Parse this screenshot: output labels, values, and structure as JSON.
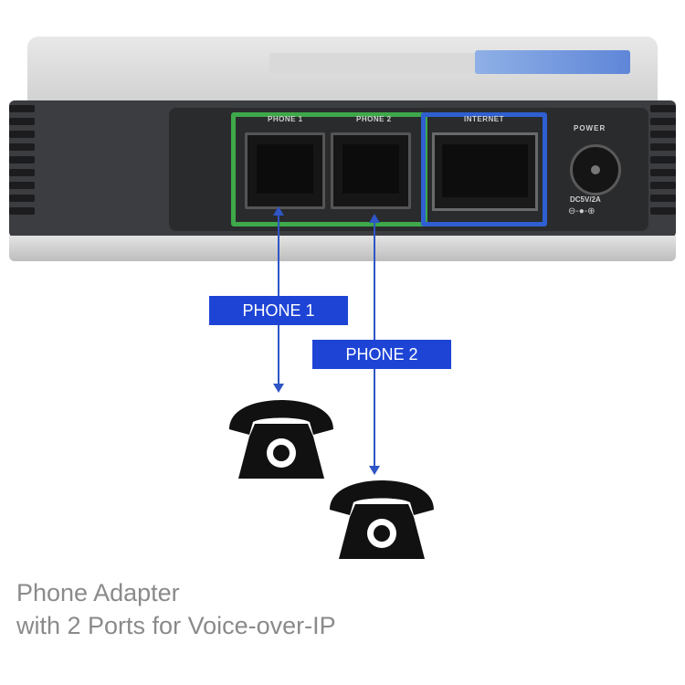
{
  "device": {
    "port_labels": [
      "PHONE 1",
      "PHONE 2",
      "INTERNET"
    ],
    "power_label": "POWER",
    "power_spec": "DC5V/2A",
    "polarity_symbol": "⊖-●-⊕",
    "colors": {
      "phone_ports": "#3ea84a",
      "internet_port": "#2f5fd0"
    }
  },
  "callouts": {
    "phone1": "PHONE 1",
    "phone2": "PHONE 2",
    "color": "#1e44d6"
  },
  "icons": [
    "telephone-icon",
    "telephone-icon"
  ],
  "caption": {
    "line1": "Phone Adapter",
    "line2": "with 2 Ports for Voice-over-IP"
  }
}
